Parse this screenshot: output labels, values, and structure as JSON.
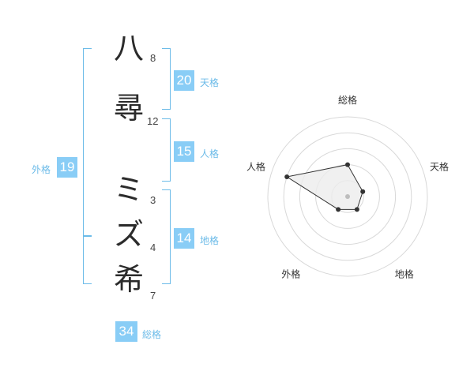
{
  "name": {
    "chars": [
      "八",
      "尋",
      "ミ",
      "ズ",
      "希"
    ],
    "strokes": [
      "8",
      "12",
      "3",
      "4",
      "7"
    ]
  },
  "kaku": {
    "tenkaku": {
      "value": "20",
      "label": "天格"
    },
    "jinkaku": {
      "value": "15",
      "label": "人格"
    },
    "chikaku": {
      "value": "14",
      "label": "地格"
    },
    "gaikaku": {
      "value": "19",
      "label": "外格"
    },
    "soukaku": {
      "value": "34",
      "label": "総格"
    }
  },
  "chart_data": {
    "type": "radar",
    "axes": [
      "総格",
      "天格",
      "地格",
      "外格",
      "人格"
    ],
    "values": [
      2,
      1,
      1,
      1,
      4
    ],
    "max": 5,
    "rings": 5,
    "colors": {
      "ring": "#d8d8d8",
      "fill": "#ececec",
      "line": "#333333",
      "point": "#333333"
    }
  },
  "colors": {
    "accent": "#89cdf6",
    "label": "#6cbbe8",
    "text": "#2b2b2b"
  }
}
